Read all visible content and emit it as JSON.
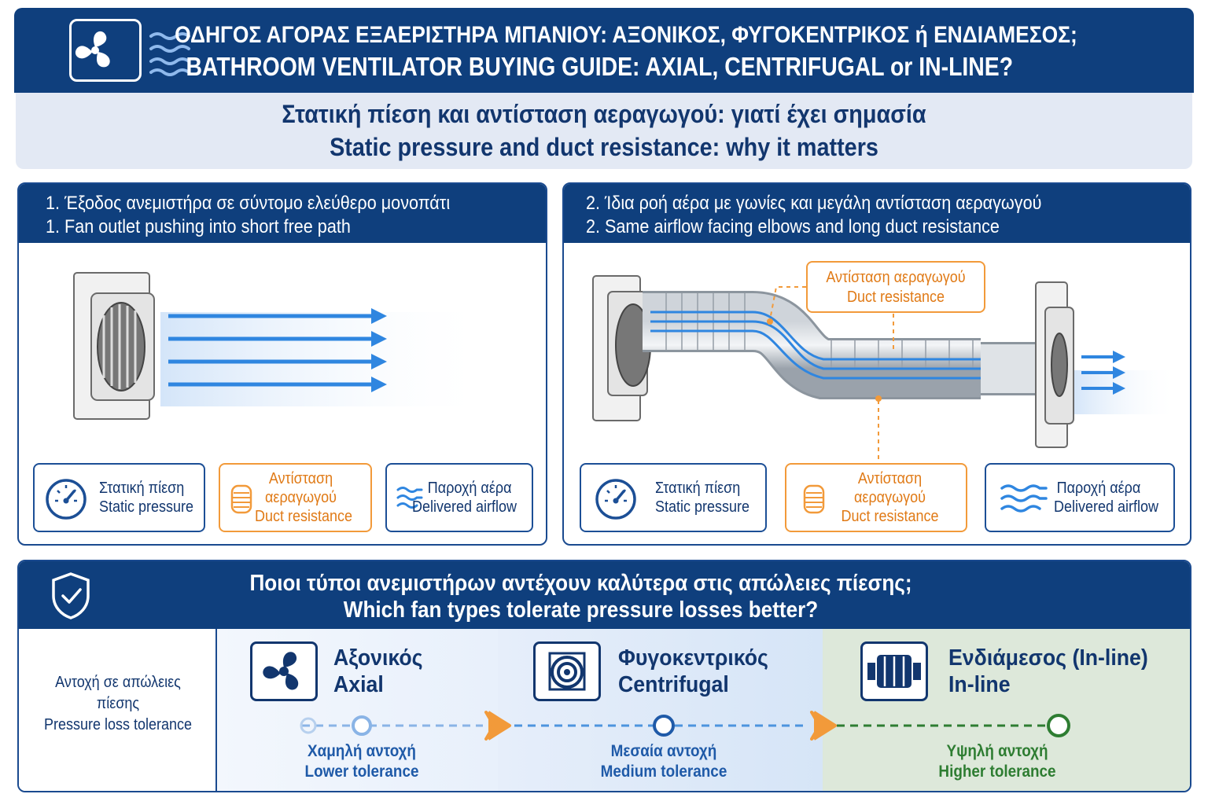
{
  "header": {
    "title_gr": "ΟΔΗΓΟΣ ΑΓΟΡΑΣ ΕΞΑΕΡΙΣΤΗΡΑ ΜΠΑΝΙΟΥ: ΑΞΟΝΙΚΟΣ, ΦΥΓΟΚΕΝΤΡΙΚΟΣ ή ΕΝΔΙΑΜΕΣΟΣ;",
    "title_en": "BATHROOM VENTILATOR BUYING GUIDE: AXIAL, CENTRIFUGAL or IN-LINE?",
    "logo_icon": "fan-icon"
  },
  "subtitle": {
    "gr": "Στατική πίεση και αντίσταση αεραγωγού: γιατί έχει σημασία",
    "en": "Static pressure and duct resistance: why it matters"
  },
  "panel1": {
    "title_gr": "1. Έξοδος ανεμιστήρα σε σύντομο ελεύθερο μονοπάτι",
    "title_en": "1. Fan outlet pushing into short free path",
    "legend": {
      "static_gr": "Στατική πίεση",
      "static_en": "Static pressure",
      "duct_gr_1": "Αντίσταση",
      "duct_gr_2": "αεραγωγού",
      "duct_en": "Duct resistance",
      "airflow_gr": "Παροχή αέρα",
      "airflow_en": "Delivered airflow"
    }
  },
  "panel2": {
    "title_gr": "2. Ίδια ροή αέρα με γωνίες και μεγάλη αντίσταση αεραγωγού",
    "title_en": "2. Same airflow facing elbows and long duct resistance",
    "callout_gr": "Αντίσταση αεραγωγού",
    "callout_en": "Duct resistance",
    "legend": {
      "static_gr": "Στατική πίεση",
      "static_en": "Static pressure",
      "duct_gr_1": "Αντίσταση",
      "duct_gr_2": "αεραγωγού",
      "duct_en": "Duct resistance",
      "airflow_gr": "Παροχή αέρα",
      "airflow_en": "Delivered airflow"
    }
  },
  "comparison": {
    "question_gr": "Ποιοι τύποι ανεμιστήρων αντέχουν καλύτερα στις απώλειες πίεσης;",
    "question_en": "Which fan types tolerate pressure losses better?",
    "row_label_gr_1": "Αντοχή σε απώλειες",
    "row_label_gr_2": "πίεσης",
    "row_label_en": "Pressure loss tolerance",
    "types": [
      {
        "name_gr": "Αξονικός",
        "name_en": "Axial",
        "icon": "axial-fan-icon",
        "tol_gr": "Χαμηλή αντοχή",
        "tol_en": "Lower tolerance"
      },
      {
        "name_gr": "Φυγοκεντρικός",
        "name_en": "Centrifugal",
        "icon": "centrifugal-fan-icon",
        "tol_gr": "Μεσαία αντοχή",
        "tol_en": "Medium tolerance"
      },
      {
        "name_gr": "Ενδιάμεσος (In-line)",
        "name_en": "In-line",
        "icon": "inline-fan-icon",
        "tol_gr": "Υψηλή αντοχή",
        "tol_en": "Higher tolerance"
      }
    ]
  },
  "colors": {
    "navy": "#0f3f7d",
    "blue": "#2f86e0",
    "orange": "#f29a3a",
    "green": "#2e7d32"
  }
}
